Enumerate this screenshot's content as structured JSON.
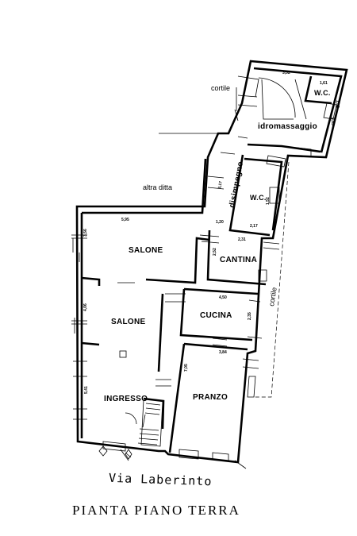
{
  "title": "PIANTA PIANO TERRA",
  "street": "Via Laberinto",
  "exterior": {
    "cortile_top": "cortile",
    "altra_ditta": "altra ditta",
    "cortile_side": "cortile"
  },
  "rooms": {
    "idromassaggio": "idromassaggio",
    "wc_top": "W.C.",
    "wc_mid": "W.C.",
    "disimpegno": "disimpegno",
    "cantina": "CANTINA",
    "salone_top": "SALONE",
    "salone_mid": "SALONE",
    "cucina": "CUCINA",
    "ingresso": "INGRESSO",
    "pranzo": "PRANZO"
  },
  "dimensions": {
    "idro_width": "3,02",
    "wc_top_width": "1,61",
    "wc_top_depth": "1,32",
    "idro_depth": "2,63",
    "disimpegno_len": "3,17",
    "disimpegno_w": "1,20",
    "wc_mid_width": "2,17",
    "wc_mid_depth": "1,52",
    "cantina_width": "2,31",
    "cantina_depth": "2,52",
    "salone_width": "5,95",
    "salone_depth": "3,56",
    "salone_mid_depth": "4,06",
    "cucina_width": "4,50",
    "cucina_depth": "2,35",
    "pranzo_width": "3,84",
    "pranzo_depth": "7,05",
    "ingresso_depth": "5,41"
  }
}
